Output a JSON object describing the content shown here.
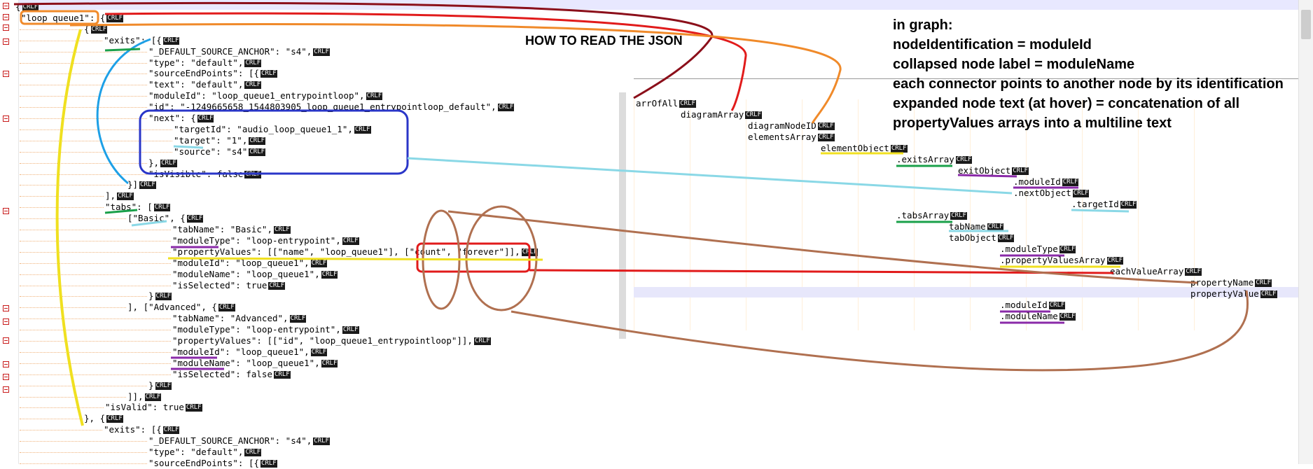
{
  "editor": {
    "lines": [
      {
        "id": "l01",
        "html": "{"
      },
      {
        "id": "l02",
        "html": "\"loop_queue1\": {"
      },
      {
        "id": "l03",
        "html": "{"
      },
      {
        "id": "l04",
        "html": "\"exits\": [{"
      },
      {
        "id": "l05",
        "html": "\"_DEFAULT_SOURCE_ANCHOR\": \"s4\","
      },
      {
        "id": "l06",
        "html": "\"type\": \"default\","
      },
      {
        "id": "l07",
        "html": "\"sourceEndPoints\": [{"
      },
      {
        "id": "l08",
        "html": "\"text\": \"default\","
      },
      {
        "id": "l09",
        "html": "\"moduleId\": \"loop_queue1_entrypointloop\","
      },
      {
        "id": "l10",
        "html": "\"id\": \"-1249665658_1544803905_loop_queue1_entrypointloop_default\","
      },
      {
        "id": "l11",
        "html": "\"next\": {"
      },
      {
        "id": "l12",
        "html": "\"targetId\": \"audio_loop_queue1_1\","
      },
      {
        "id": "l13",
        "html": "\"target\": \"1\","
      },
      {
        "id": "l14",
        "html": "\"source\": \"s4\""
      },
      {
        "id": "l15",
        "html": "},"
      },
      {
        "id": "l16",
        "html": "\"isVisible\": false"
      },
      {
        "id": "l17",
        "html": "}]"
      },
      {
        "id": "l18",
        "html": "],"
      },
      {
        "id": "l19",
        "html": "\"tabs\": ["
      },
      {
        "id": "l20",
        "html": "[\"Basic\", {"
      },
      {
        "id": "l21",
        "html": "\"tabName\": \"Basic\","
      },
      {
        "id": "l22",
        "html": "\"moduleType\": \"loop-entrypoint\","
      },
      {
        "id": "l23",
        "html": "\"propertyValues\": [[\"name\", \"loop_queue1\"], [\"count\", \"forever\"]],"
      },
      {
        "id": "l24",
        "html": "\"moduleId\": \"loop_queue1\","
      },
      {
        "id": "l25",
        "html": "\"moduleName\": \"loop_queue1\","
      },
      {
        "id": "l26",
        "html": "\"isSelected\": true"
      },
      {
        "id": "l27",
        "html": "}"
      },
      {
        "id": "l28",
        "html": "], [\"Advanced\", {"
      },
      {
        "id": "l29",
        "html": "\"tabName\": \"Advanced\","
      },
      {
        "id": "l30",
        "html": "\"moduleType\": \"loop-entrypoint\","
      },
      {
        "id": "l31",
        "html": "\"propertyValues\": [[\"id\", \"loop_queue1_entrypointloop\"]],"
      },
      {
        "id": "l32",
        "html": "\"moduleId\": \"loop_queue1\","
      },
      {
        "id": "l33",
        "html": "\"moduleName\": \"loop_queue1\","
      },
      {
        "id": "l34",
        "html": "\"isSelected\": false"
      },
      {
        "id": "l35",
        "html": "}"
      },
      {
        "id": "l36",
        "html": "]],"
      },
      {
        "id": "l37",
        "html": "\"isValid\": true"
      },
      {
        "id": "l38",
        "html": "}, {"
      },
      {
        "id": "l39",
        "html": "\"exits\": [{"
      },
      {
        "id": "l40",
        "html": "\"_DEFAULT_SOURCE_ANCHOR\": \"s4\","
      },
      {
        "id": "l41",
        "html": "\"type\": \"default\","
      },
      {
        "id": "l42",
        "html": "\"sourceEndPoints\": [{"
      }
    ],
    "crlf": "CRLF"
  },
  "tree": {
    "items": [
      "arrOfAll",
      "diagramArray",
      "diagramNodeID",
      "elementsArray",
      "elementObject",
      ".exitsArray",
      "exitObject",
      ".moduleId",
      ".nextObject",
      ".targetId",
      ".tabsArray",
      "tabName",
      "tabObject",
      ".moduleType",
      ".propertyValuesArray",
      "eachValueArray",
      "propertyName",
      "propertyValue",
      ".moduleId",
      ".moduleName"
    ]
  },
  "title": "HOW TO READ THE JSON",
  "notes": [
    "in graph:",
    "nodeIdentification = moduleId",
    "collapsed node label = moduleName",
    "each connector points to another node by its identification",
    "expanded node text (at hover) = concatenation of all",
    "propertyValues arrays into a multiline text"
  ],
  "colors": {
    "keyword": "#8a2be2",
    "string": "#7a1a1a",
    "boolean": "#1a9a6a",
    "crlf_bg": "#1a1a1a",
    "annot_red": "#e11b1b",
    "annot_darkred": "#8b0f1a",
    "annot_orange": "#f08a2a",
    "annot_yellow": "#f0e020",
    "annot_blue": "#1ea0e6",
    "annot_navy": "#2a36c8",
    "annot_cyan": "#8ad8e6",
    "annot_brown": "#b07050",
    "annot_green": "#1aa04a",
    "annot_purple": "#8a2aa8"
  }
}
